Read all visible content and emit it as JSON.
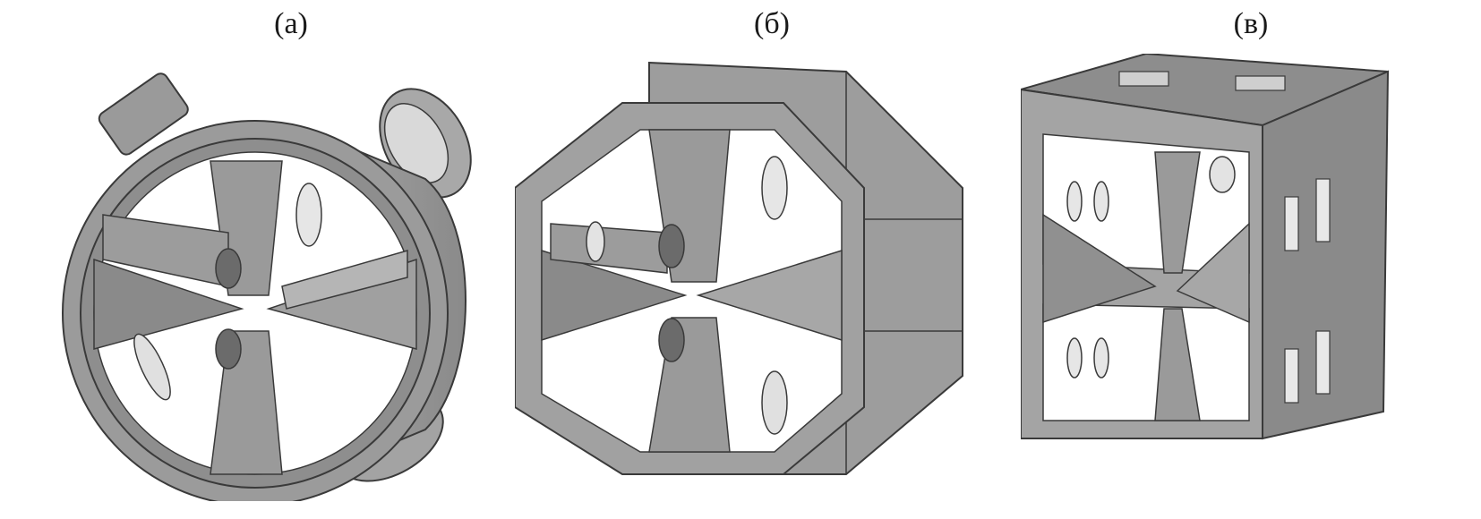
{
  "labels": {
    "a": "(а)",
    "b": "(б)",
    "c": "(в)"
  },
  "colors": {
    "body": "#8f8f8f",
    "face": "#a3a3a3",
    "dark": "#5c5c5c",
    "edge": "#3a3a3a",
    "highlight": "#e8e8e8"
  }
}
